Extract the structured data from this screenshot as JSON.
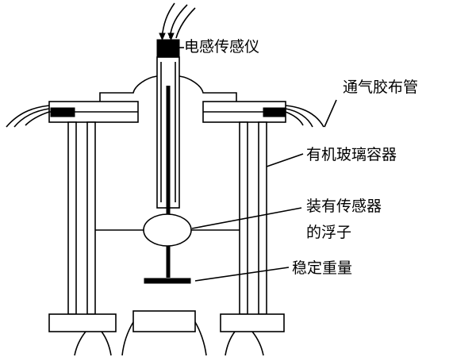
{
  "figure": {
    "description_labels": {
      "sensor_meter": "电感传感仪",
      "vent_tube": "通气胶布管",
      "container": "有机玻璃容器",
      "float_line1": "装有传感器",
      "float_line2": "的浮子",
      "weight": "稳定重量"
    },
    "colors": {
      "ink": "#000000",
      "background": "#ffffff"
    }
  }
}
